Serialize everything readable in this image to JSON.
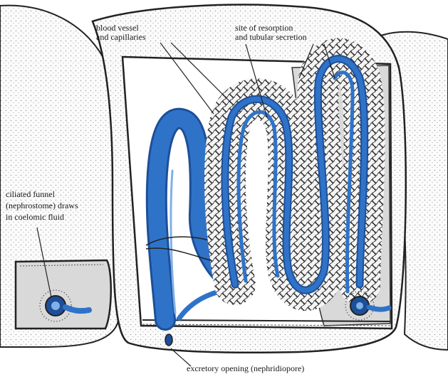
{
  "labels": {
    "blood_vessel_line1": "blood vessel",
    "blood_vessel_line2": "and capillaries",
    "resorption_line1": "site of resorption",
    "resorption_line2": "and tubular secretion",
    "funnel_line1": "ciliated funnel",
    "funnel_line2": "(nephrostome) draws",
    "funnel_line3": "in coelomic fluid",
    "opening": "excretory opening (nephridiopore)"
  },
  "colors": {
    "tubule_blue": "#2f73c9",
    "tubule_blue_dark": "#1d4f98",
    "panel_grey": "#d9d9d9",
    "stipple": "#c8c8c8",
    "outline": "#222222"
  }
}
